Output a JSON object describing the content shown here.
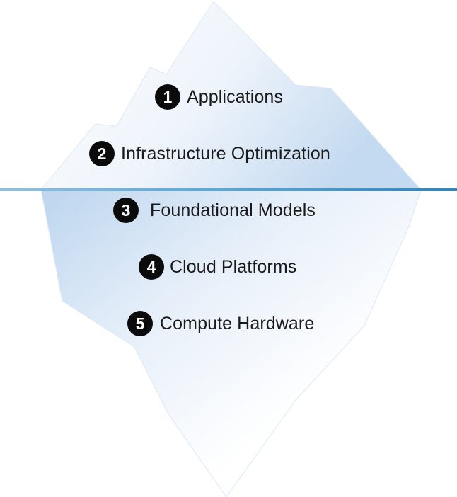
{
  "colors": {
    "waterline": "#3a8fc0",
    "ice_edge": "#a9c8e6",
    "ice_fill": "#dde9f6",
    "badge": "#0b0b0b",
    "badge_text": "#ffffff",
    "label_text": "#1a1a1a"
  },
  "layers": [
    {
      "number": "1",
      "label": "Applications"
    },
    {
      "number": "2",
      "label": "Infrastructure Optimization"
    },
    {
      "number": "3",
      "label": "Foundational Models"
    },
    {
      "number": "4",
      "label": "Cloud Platforms"
    },
    {
      "number": "5",
      "label": "Compute Hardware"
    }
  ]
}
